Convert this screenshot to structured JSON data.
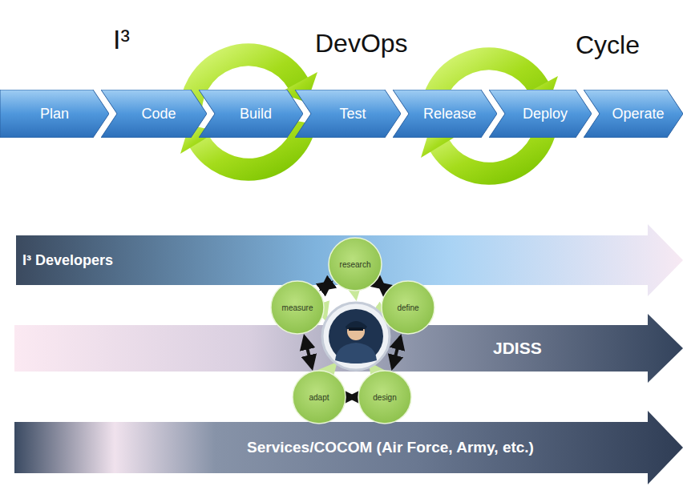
{
  "diagram": {
    "nodes": [
      {
        "text": [
          "Plan"
        ]
      },
      {
        "text": [
          "Code"
        ]
      },
      {
        "text": [
          "Build"
        ]
      },
      {
        "text": [
          "Test"
        ]
      },
      {
        "text": [
          "Release"
        ]
      },
      {
        "text": [
          "Deploy"
        ]
      },
      {
        "text": [
          "Operate"
        ]
      },
      {
        "text": [
          "I³ Developers"
        ]
      },
      {
        "text": [
          "JDISS"
        ]
      },
      {
        "text": [
          "Services/COCOM (Air Force, Army, etc.)"
        ]
      },
      {
        "text": [
          "research"
        ]
      },
      {
        "text": [
          "define"
        ]
      },
      {
        "text": [
          "design"
        ]
      },
      {
        "text": [
          "adapt"
        ]
      },
      {
        "text": [
          "measure"
        ]
      }
    ],
    "edges": [
      {
        "from": 10,
        "to": 11,
        "arrow": "both"
      },
      {
        "from": 11,
        "to": 12,
        "arrow": "both"
      },
      {
        "from": 12,
        "to": 13,
        "arrow": "both"
      },
      {
        "from": 13,
        "to": 14,
        "arrow": "both"
      },
      {
        "from": 14,
        "to": 10,
        "arrow": "both"
      }
    ],
    "labels": [
      "I³",
      "DevOps",
      "Cycle"
    ]
  }
}
